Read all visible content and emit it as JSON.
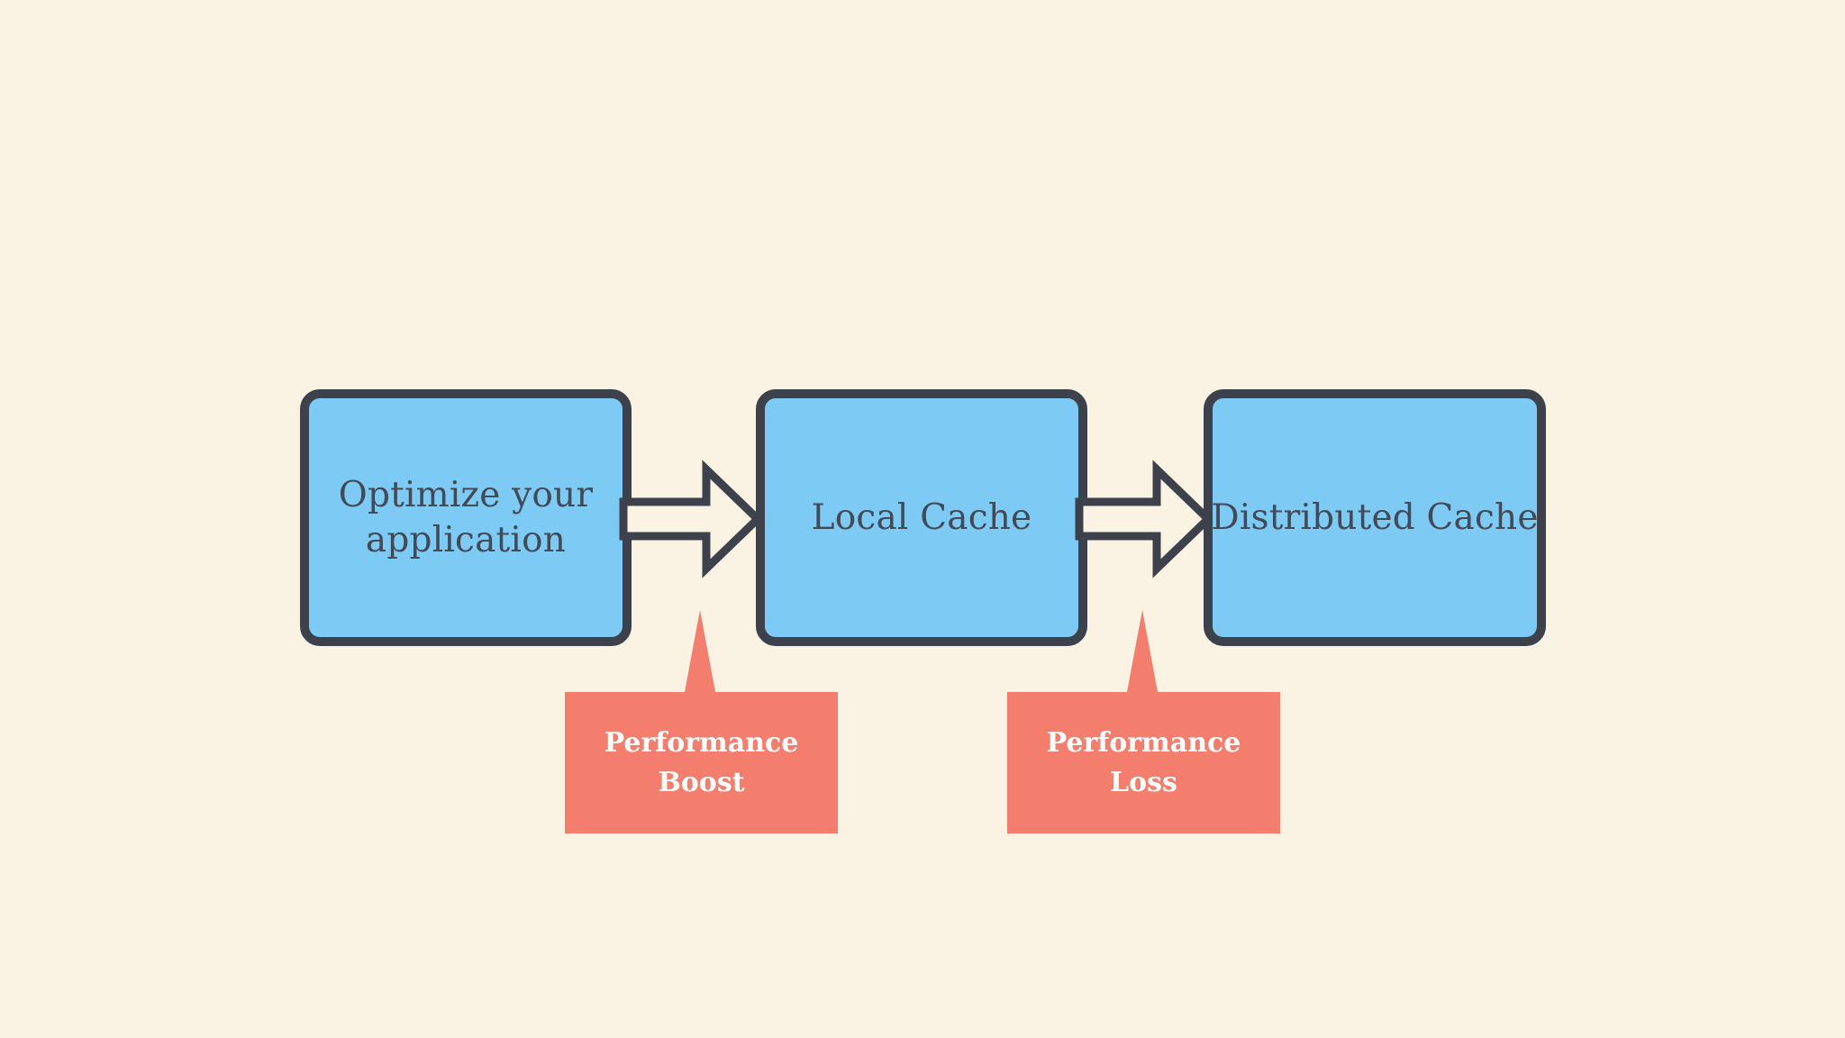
{
  "colors": {
    "background": "#FAF3E4",
    "node_fill": "#7DCBF5",
    "outline": "#3C414B",
    "node_text": "#434955",
    "callout_fill": "#F37E6D",
    "callout_text": "#FFFFFF"
  },
  "diagram": {
    "type": "flowchart",
    "nodes": [
      {
        "label": "Optimize your application"
      },
      {
        "label": "Local Cache"
      },
      {
        "label": "Distributed Cache"
      }
    ],
    "arrows": [
      {
        "from": "Optimize your application",
        "to": "Local Cache",
        "direction": "right"
      },
      {
        "from": "Local Cache",
        "to": "Distributed Cache",
        "direction": "right"
      }
    ],
    "callouts": [
      {
        "label": "Performance Boost",
        "points_to": "arrow from Optimize your application to Local Cache"
      },
      {
        "label": "Performance Loss",
        "points_to": "arrow from Local Cache to Distributed Cache"
      }
    ]
  }
}
